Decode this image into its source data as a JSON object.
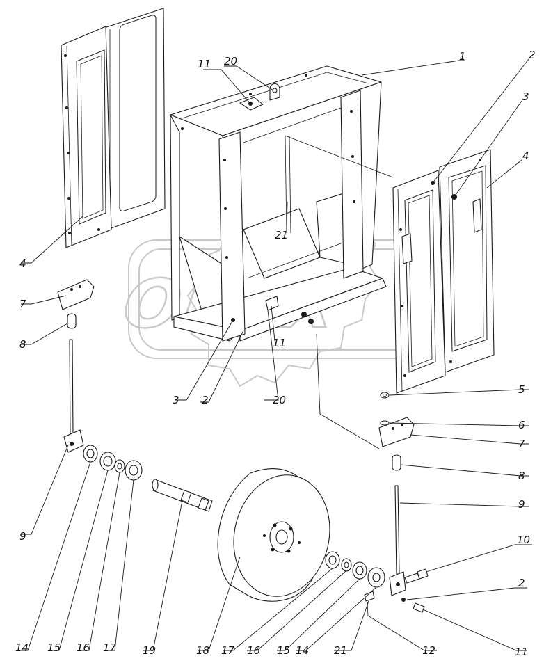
{
  "callouts": [
    {
      "id": "c1",
      "text": "1"
    },
    {
      "id": "c2a",
      "text": "2"
    },
    {
      "id": "c3a",
      "text": "3"
    },
    {
      "id": "c4a",
      "text": "4"
    },
    {
      "id": "c11a",
      "text": "11"
    },
    {
      "id": "c20a",
      "text": "20"
    },
    {
      "id": "c21a",
      "text": "21"
    },
    {
      "id": "c4b",
      "text": "4"
    },
    {
      "id": "c7a",
      "text": "7"
    },
    {
      "id": "c8a",
      "text": "8"
    },
    {
      "id": "c11b",
      "text": "11"
    },
    {
      "id": "c20b",
      "text": "20"
    },
    {
      "id": "c3b",
      "text": "3"
    },
    {
      "id": "c2b",
      "text": "2"
    },
    {
      "id": "c5",
      "text": "5"
    },
    {
      "id": "c6",
      "text": "6"
    },
    {
      "id": "c7b",
      "text": "7"
    },
    {
      "id": "c8b",
      "text": "8"
    },
    {
      "id": "c9a",
      "text": "9"
    },
    {
      "id": "c9b",
      "text": "9"
    },
    {
      "id": "c10",
      "text": "10"
    },
    {
      "id": "c2c",
      "text": "2"
    },
    {
      "id": "c11c",
      "text": "11"
    },
    {
      "id": "c14a",
      "text": "14"
    },
    {
      "id": "c15a",
      "text": "15"
    },
    {
      "id": "c16a",
      "text": "16"
    },
    {
      "id": "c17a",
      "text": "17"
    },
    {
      "id": "c19",
      "text": "19"
    },
    {
      "id": "c18",
      "text": "18"
    },
    {
      "id": "c17b",
      "text": "17"
    },
    {
      "id": "c16b",
      "text": "16"
    },
    {
      "id": "c15b",
      "text": "15"
    },
    {
      "id": "c14b",
      "text": "14"
    },
    {
      "id": "c21b",
      "text": "21"
    },
    {
      "id": "c12",
      "text": "12"
    }
  ],
  "watermark": {
    "text": "OPEX"
  },
  "colors": {
    "ink": "#1a1a1a",
    "watermark": "#c9c9c9",
    "background": "#ffffff"
  }
}
